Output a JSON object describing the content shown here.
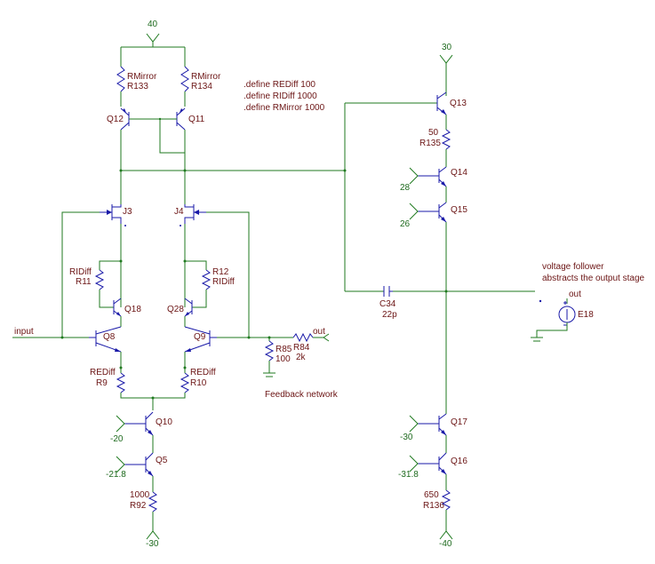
{
  "supplies": {
    "v40": "40",
    "v30": "30",
    "vm20": "-20",
    "vm21_8": "-21.8",
    "vm30_left": "-30",
    "v28": "28",
    "v26": "26",
    "vm30_right": "-30",
    "vm31_8": "-31.8",
    "vm40": "-40"
  },
  "defines": {
    "line1": ".define REDiff     100",
    "line2": ".define RIDiff        1000",
    "line3": ".define RMirror   1000"
  },
  "components": {
    "r133_val": "RMirror",
    "r133": "R133",
    "r134_val": "RMirror",
    "r134": "R134",
    "q12": "Q12",
    "q11": "Q11",
    "j3": "J3",
    "j4": "J4",
    "r11_val": "RIDiff",
    "r11": "R11",
    "r12": "R12",
    "r12_val": "RIDiff",
    "q18": "Q18",
    "q28": "Q28",
    "q8": "Q8",
    "q9": "Q9",
    "r9_val": "REDiff",
    "r9": "R9",
    "r10_val": "REDiff",
    "r10": "R10",
    "q10": "Q10",
    "q5": "Q5",
    "r92_val": "1000",
    "r92": "R92",
    "r85": "R85",
    "r85_val": "100",
    "r84": "R84",
    "r84_val": "2k",
    "q13": "Q13",
    "r135_val": "50",
    "r135": "R135",
    "q14": "Q14",
    "q15": "Q15",
    "c34": "C34",
    "c34_val": "22p",
    "q17": "Q17",
    "q16": "Q16",
    "r136_val": "650",
    "r136": "R136",
    "e18": "E18"
  },
  "nets": {
    "input": "input",
    "out1": "out",
    "out2": "out"
  },
  "notes": {
    "feedback": "Feedback network",
    "vf1": "voltage follower",
    "vf2": "abstracts the output stage"
  }
}
